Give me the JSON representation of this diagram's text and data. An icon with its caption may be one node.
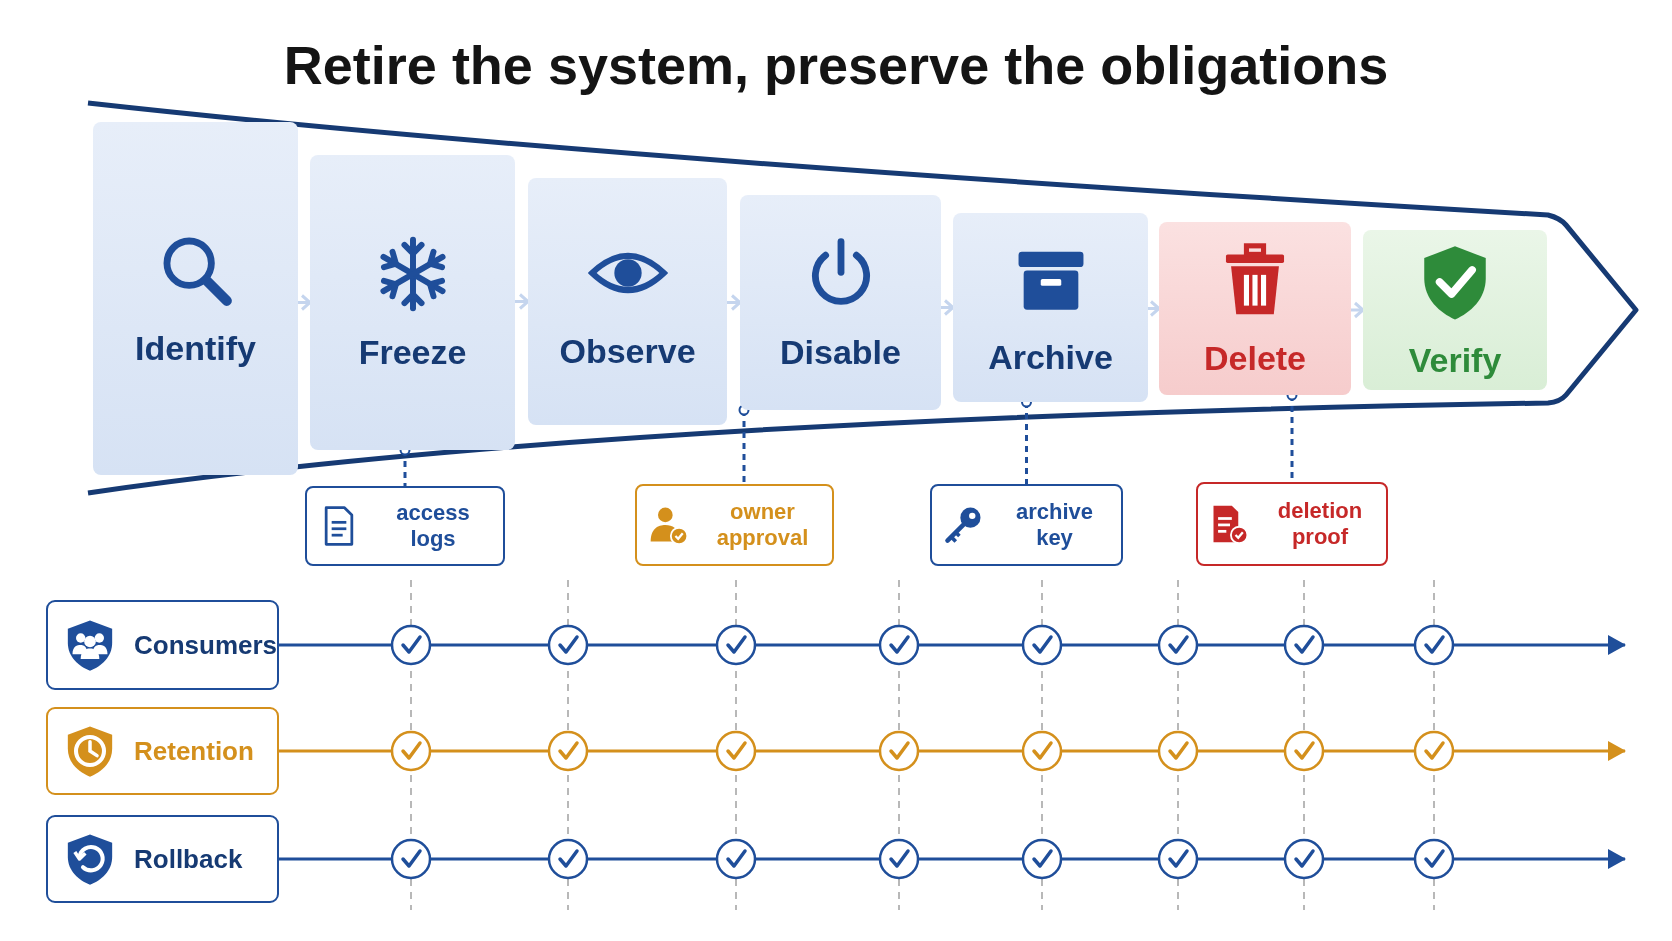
{
  "diagram": {
    "title": "Retire the system, preserve the obligations",
    "nodes": [
      {
        "text": [
          "Identify"
        ]
      },
      {
        "text": [
          "Freeze"
        ]
      },
      {
        "text": [
          "Observe"
        ]
      },
      {
        "text": [
          "Disable"
        ]
      },
      {
        "text": [
          "Archive"
        ]
      },
      {
        "text": [
          "Delete"
        ]
      },
      {
        "text": [
          "Verify"
        ]
      },
      {
        "text": [
          "access logs"
        ]
      },
      {
        "text": [
          "owner approval"
        ]
      },
      {
        "text": [
          "archive key"
        ]
      },
      {
        "text": [
          "deletion proof"
        ]
      },
      {
        "text": [
          "Consumers"
        ]
      },
      {
        "text": [
          "Retention"
        ]
      },
      {
        "text": [
          "Rollback"
        ]
      }
    ],
    "edges": [
      {
        "from": 0,
        "to": 1,
        "arrow": "to",
        "color": "#c5d5ee"
      },
      {
        "from": 1,
        "to": 2,
        "arrow": "to",
        "color": "#c5d5ee"
      },
      {
        "from": 2,
        "to": 3,
        "arrow": "to",
        "color": "#c5d5ee"
      },
      {
        "from": 3,
        "to": 4,
        "arrow": "to",
        "color": "#c5d5ee"
      },
      {
        "from": 4,
        "to": 5,
        "arrow": "to",
        "color": "#c5d5ee"
      },
      {
        "from": 5,
        "to": 6,
        "arrow": "to",
        "color": "#c5d5ee"
      },
      {
        "from": 1,
        "to": 7,
        "arrow": "other",
        "style": "dashed",
        "color": "#1f4e9a"
      },
      {
        "from": 3,
        "to": 8,
        "arrow": "other",
        "style": "dashed",
        "color": "#1f4e9a"
      },
      {
        "from": 4,
        "to": 9,
        "arrow": "other",
        "style": "dashed",
        "color": "#1f4e9a"
      },
      {
        "from": 5,
        "to": 10,
        "arrow": "other",
        "style": "dashed",
        "color": "#1f4e9a"
      },
      {
        "from": 11,
        "to": null,
        "arrow": "to",
        "color": "#1f4e9a"
      },
      {
        "from": 12,
        "to": null,
        "arrow": "to",
        "color": "#d4901c"
      },
      {
        "from": 13,
        "to": null,
        "arrow": "to",
        "color": "#1f4e9a"
      }
    ]
  }
}
